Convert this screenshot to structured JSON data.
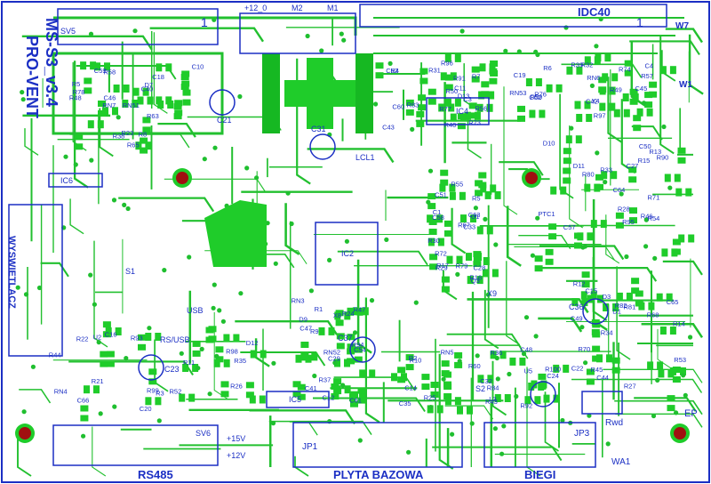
{
  "title": {
    "line1": "PRO-VENT",
    "line2": "MS-S3_v3.4"
  },
  "labels": {
    "lcd_vertical": "WYSWIETLACZ",
    "rs485": "RS485",
    "plyta": "PLYTA BAZOWA",
    "biegi": "BIEGI",
    "idc40": "IDC40",
    "ep": "EP",
    "jp1": "JP1",
    "jp3": "JP3",
    "wa1": "WA1",
    "rwd": "Rwd",
    "sv5": "SV5",
    "sv6": "SV6",
    "ic2": "IC2",
    "ic4": "IC4",
    "ic5": "IC5",
    "ic6": "IC6",
    "x9": "X9",
    "s1": "S1",
    "s2": "S2",
    "m1": "M1",
    "m2": "M2",
    "supply": "+12_0",
    "lcl1": "LCL1",
    "w7": "W7",
    "w1": "W1",
    "one_left": "1",
    "one_right": "1",
    "p15v": "+15V",
    "p12v": "+12V",
    "c31": "C31",
    "c36": "C36",
    "c37": "C37",
    "c23": "C23",
    "c21": "C21",
    "rusb": "RS/USB",
    "usb": "USB"
  },
  "refs": [
    "R58",
    "R57",
    "R56",
    "R55",
    "R54",
    "R53",
    "R52",
    "C48",
    "C47",
    "C46",
    "C45",
    "C52",
    "C51",
    "C50",
    "C49",
    "R22",
    "L3",
    "C54",
    "C59",
    "R32",
    "R31",
    "R30",
    "R33",
    "R34",
    "R35",
    "R36",
    "R37",
    "R38",
    "R39",
    "R40",
    "C28",
    "C27",
    "C15",
    "C16",
    "C14",
    "C12",
    "C10",
    "C4",
    "C3",
    "C1",
    "R13",
    "R12",
    "R11",
    "R10",
    "R9",
    "R8",
    "R6",
    "R7",
    "R5",
    "R46",
    "R45",
    "R44",
    "R43",
    "R47",
    "R48",
    "R49",
    "R50",
    "R29",
    "R28",
    "R27",
    "R26",
    "R25",
    "R24",
    "R23",
    "R97",
    "R96",
    "Q3",
    "R95",
    "D1",
    "R93",
    "R92",
    "R94",
    "D7",
    "C62",
    "C60",
    "C58",
    "C57",
    "D3",
    "R99",
    "R100",
    "C61",
    "R65",
    "R74",
    "R73",
    "R72",
    "R71",
    "R70",
    "U2",
    "U5",
    "D9",
    "R5",
    "X4",
    "R4",
    "R16",
    "D11",
    "C22",
    "D12",
    "R60",
    "X8",
    "R63",
    "R59",
    "D13",
    "R67",
    "R90",
    "R68",
    "RN4",
    "RN5",
    "RN3",
    "RN7",
    "RN6",
    "R83",
    "C63",
    "C64",
    "C65",
    "C66",
    "R84",
    "RN52",
    "RN51",
    "RN53",
    "R91",
    "R17",
    "R15",
    "R14",
    "R3",
    "R2",
    "R1",
    "R78",
    "R76",
    "R77",
    "R79",
    "R80",
    "R81",
    "C20",
    "C24",
    "C41",
    "C40",
    "C42",
    "C43",
    "C33",
    "D10",
    "R82",
    "R21",
    "C32",
    "C29",
    "C18",
    "C19",
    "C11",
    "U1",
    "PTC1",
    "C44",
    "R98",
    "C35"
  ]
}
